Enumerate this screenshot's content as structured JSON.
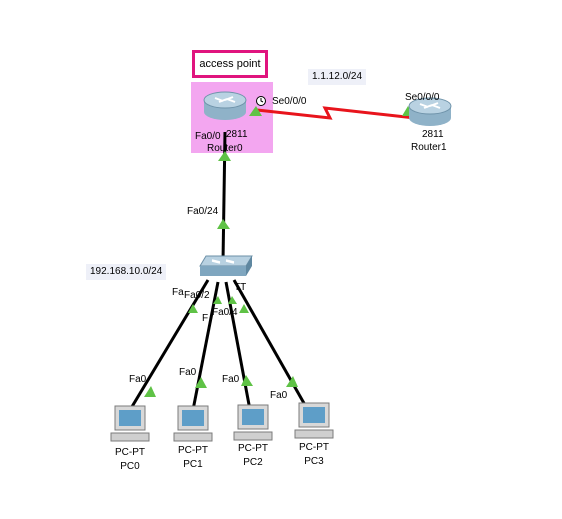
{
  "note": {
    "text": "access point"
  },
  "networks": {
    "wan": "1.1.12.0/24",
    "lan": "192.168.10.0/24"
  },
  "router0": {
    "model": "2811",
    "name": "Router0",
    "port_serial": "Se0/0/0",
    "port_fa": "Fa0/0"
  },
  "router1": {
    "model": "2811",
    "name": "Router1",
    "port_serial": "Se0/0/0"
  },
  "switch": {
    "uplink_port": "Fa0/24",
    "port_a": "Fa",
    "port_b": "Fa0/2",
    "port_c": "F",
    "port_d": "Fa0/4",
    "name_fragment": "TT"
  },
  "pcs": [
    {
      "model": "PC-PT",
      "name": "PC0",
      "port": "Fa0"
    },
    {
      "model": "PC-PT",
      "name": "PC1",
      "port": "Fa0"
    },
    {
      "model": "PC-PT",
      "name": "PC2",
      "port": "Fa0"
    },
    {
      "model": "PC-PT",
      "name": "PC3",
      "port": "Fa0"
    }
  ],
  "colors": {
    "serial_link": "#e8141c",
    "ethernet_link": "#000000",
    "link_up": "#5fc246",
    "note_border": "#e0147e",
    "highlight": "#f3a6f0"
  },
  "icons": [
    "router-icon",
    "switch-icon",
    "pc-icon",
    "clock-icon"
  ]
}
